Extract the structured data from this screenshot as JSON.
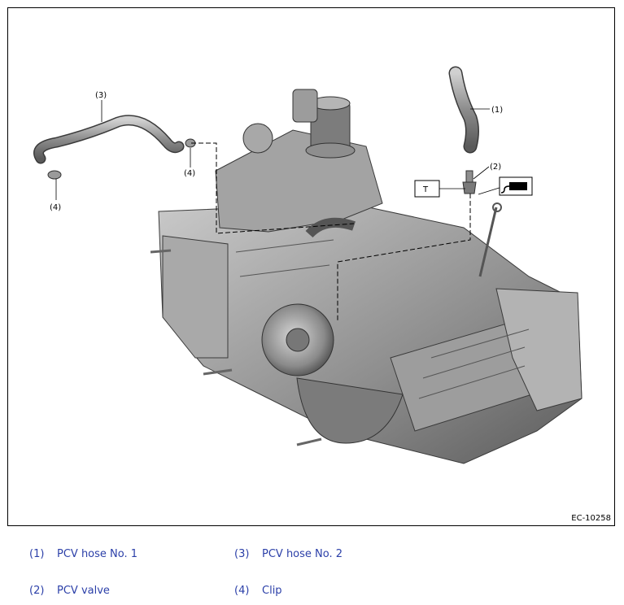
{
  "figure": {
    "code": "EC-10258",
    "callouts": {
      "c1": "(1)",
      "c2": "(2)",
      "c3": "(3)",
      "c4a": "(4)",
      "c4b": "(4)",
      "torque": "T"
    }
  },
  "legend": [
    {
      "num": "(1)",
      "label": "PCV hose No. 1"
    },
    {
      "num": "(3)",
      "label": "PCV hose No. 2"
    },
    {
      "num": "(2)",
      "label": "PCV valve"
    },
    {
      "num": "(4)",
      "label": "Clip"
    }
  ],
  "colors": {
    "legend_text": "#2b3fa8",
    "part_gray": "#9a9a9a",
    "part_dark": "#6d6d6d"
  },
  "icons": [
    "sealant-icon",
    "engine-illustration",
    "pcv-hose-1-icon",
    "pcv-hose-2-icon",
    "pcv-valve-icon",
    "clip-icon"
  ]
}
